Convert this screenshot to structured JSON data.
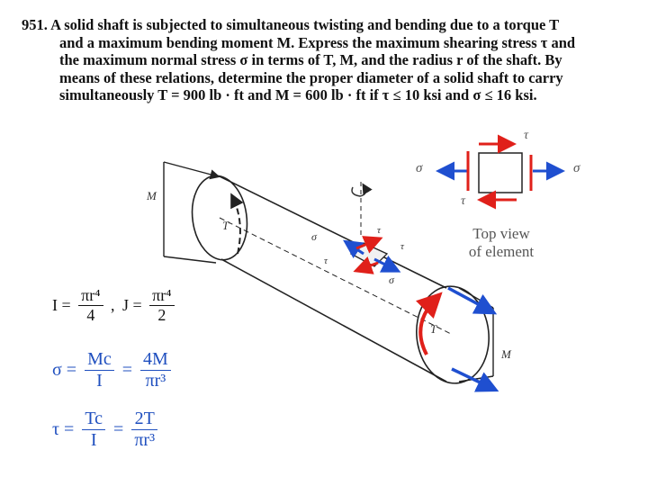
{
  "problem": {
    "number": "951.",
    "lines": [
      "A solid shaft is subjected to simultaneous twisting and bending due to a torque T",
      "and a maximum bending moment M. Express the maximum shearing stress τ and",
      "the maximum normal stress σ in terms of T, M, and the radius r of the shaft. By",
      "means of these relations, determine the proper diameter of a solid shaft to carry",
      "simultaneously T = 900 lb · ft and M = 600 lb · ft if τ ≤ 10 ksi and σ ≤ 16 ksi."
    ]
  },
  "figure": {
    "label_M_left": "M",
    "label_M_right": "M",
    "label_T_left": "T",
    "label_T_right": "T",
    "label_sigma_small": "σ",
    "label_tau_small": "τ",
    "label_tau_small2": "τ",
    "label_sigma_small2": "σ",
    "top_view_line1": "Top view",
    "top_view_line2": "of element",
    "element_tau_top": "τ",
    "element_tau_bottom": "τ",
    "element_sigma_left": "σ",
    "element_sigma_right": "σ"
  },
  "formulas": {
    "I_lhs": "I =",
    "I_num": "πr⁴",
    "I_den": "4",
    "comma": ",",
    "J_lhs": "J =",
    "J_num": "πr⁴",
    "J_den": "2",
    "sigma_lhs": "σ =",
    "sigma_num1": "Mc",
    "sigma_den1": "I",
    "sigma_eq": "=",
    "sigma_num2": "4M",
    "sigma_den2": "πr³",
    "tau_lhs": "τ =",
    "tau_num1": "Tc",
    "tau_den1": "I",
    "tau_eq": "=",
    "tau_num2": "2T",
    "tau_den2": "πr³"
  },
  "colors": {
    "red": "#e0201a",
    "blue": "#1f4fd0",
    "formula_blue": "#1f4fbf"
  }
}
